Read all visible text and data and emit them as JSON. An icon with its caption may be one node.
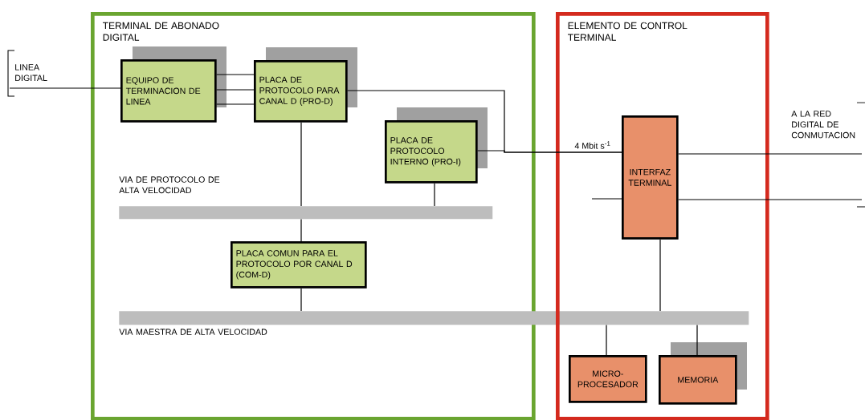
{
  "diagram": {
    "nodes": [
      {
        "text": [
          "TERMINAL DE ABONADO DIGITAL"
        ]
      },
      {
        "text": [
          "EQUIPO DE TERMINACION DE LINEA"
        ],
        "in": 0
      },
      {
        "text": [
          "PLACA DE PROTOCOLO PARA CANAL D (PRO-D)"
        ],
        "in": 0
      },
      {
        "text": [
          "PLACA DE PROTOCOLO INTERNO (PRO-I)"
        ],
        "in": 0
      },
      {
        "text": [
          "VIA DE PROTOCOLO DE ALTA VELOCIDAD"
        ],
        "in": 0
      },
      {
        "text": [
          "PLACA COMUN PARA EL PROTOCOLO POR CANAL D (COM-D)"
        ],
        "in": 0
      },
      {
        "text": [],
        "shape": "bar"
      },
      {
        "text": [
          "ELEMENTO DE CONTROL TERMINAL"
        ]
      },
      {
        "text": [
          "INTERFAZ TERMINAL"
        ],
        "in": 7
      },
      {
        "text": [
          "MICRO-PROCESADOR"
        ],
        "in": 7
      },
      {
        "text": [
          "MEMORIA"
        ],
        "in": 7
      }
    ],
    "edges": [
      {
        "from": null,
        "to": 1,
        "arrow": "none"
      },
      {
        "from": 1,
        "to": 2,
        "arrow": "none"
      },
      {
        "from": 1,
        "to": 2,
        "arrow": "none"
      },
      {
        "from": 1,
        "to": 2,
        "arrow": "none"
      },
      {
        "from": 2,
        "to": 8,
        "arrow": "none"
      },
      {
        "from": 3,
        "to": 8,
        "arrow": "none",
        "label": "4 Mbit s$^{-1}$"
      },
      {
        "from": 2,
        "to": 4,
        "arrow": "none"
      },
      {
        "from": 3,
        "to": 4,
        "arrow": "none"
      },
      {
        "from": 4,
        "to": 5,
        "arrow": "none"
      },
      {
        "from": 5,
        "to": 6,
        "arrow": "none"
      },
      {
        "from": 8,
        "to": 6,
        "arrow": "none"
      },
      {
        "from": 6,
        "to": 9,
        "arrow": "none"
      },
      {
        "from": 6,
        "to": 10,
        "arrow": "none"
      },
      {
        "from": null,
        "to": 8,
        "arrow": "none"
      },
      {
        "from": 8,
        "to": null,
        "arrow": "none"
      },
      {
        "from": 8,
        "to": null,
        "arrow": "none"
      }
    ],
    "labels": [
      "LINEA DIGITAL",
      "VIA MAESTRA DE ALTA VELOCIDAD",
      "A LA RED DIGITAL DE CONMUTACION"
    ]
  }
}
